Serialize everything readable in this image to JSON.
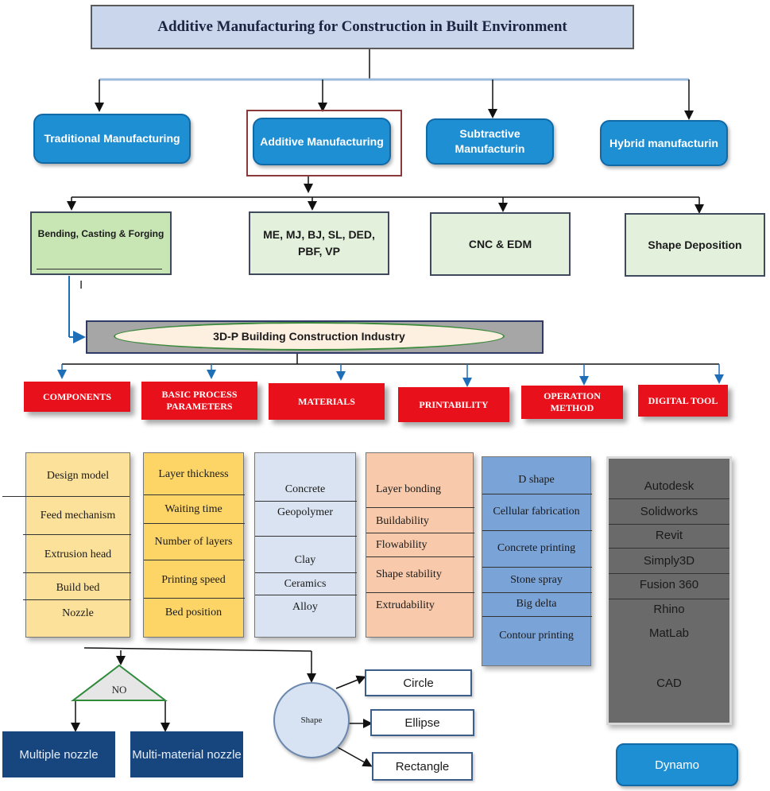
{
  "title": "Additive Manufacturing for Construction in Built Environment",
  "categories": [
    "Traditional Manufacturing",
    "Additive Manufacturing",
    "Subtractive Manufacturin",
    "Hybrid manufacturin"
  ],
  "methods": [
    "Bending, Casting & Forging",
    "ME, MJ, BJ, SL, DED, PBF, VP",
    "CNC & EDM",
    "Shape Deposition"
  ],
  "marker": "I",
  "industry": "3D-P Building Construction Industry",
  "aspects": [
    "COMPONENTS",
    "BASIC PROCESS PARAMETERS",
    "MATERIALS",
    "PRINTABILITY",
    "OPERATION METHOD",
    "DIGITAL TOOL"
  ],
  "components": [
    "Design model",
    "Feed mechanism",
    "Extrusion head",
    "Build bed",
    "Nozzle"
  ],
  "parameters": [
    "Layer thickness",
    "Waiting time",
    "Number of layers",
    "Printing speed",
    "Bed position"
  ],
  "materials": [
    "Concrete",
    "Geopolymer",
    "Clay",
    "Ceramics",
    "Alloy"
  ],
  "printability": [
    "Layer bonding",
    "Buildability",
    "Flowability",
    "Shape stability",
    "Extrudability"
  ],
  "operation": [
    "D shape",
    "Cellular fabrication",
    "Concrete printing",
    "Stone spray",
    "Big delta",
    "Contour printing"
  ],
  "digital_tools": [
    "Autodesk",
    "Solidworks",
    "Revit",
    "Simply3D",
    "Fusion 360",
    "Rhino",
    "MatLab",
    "CAD"
  ],
  "dynamo": "Dynamo",
  "nozzle_decision": "NO",
  "nozzle_types": [
    "Multiple nozzle",
    "Multi-material nozzle"
  ],
  "shape_label": "Shape",
  "shapes": [
    "Circle",
    "Ellipse",
    "Rectangle"
  ],
  "colors": {
    "title_fill": "#c9d6ec",
    "category_fill": "#1f8fd4",
    "method_fill": "#e2f0dc",
    "aspect_fill": "#e8101a",
    "components_fill": "#fbe199",
    "parameters_fill": "#fdd566",
    "materials_fill": "#d9e3f1",
    "printability_fill": "#f8c9aa",
    "operation_fill": "#7aa3d8",
    "digital_fill": "#6a6a6a",
    "nozzle_fill": "#17467f"
  }
}
